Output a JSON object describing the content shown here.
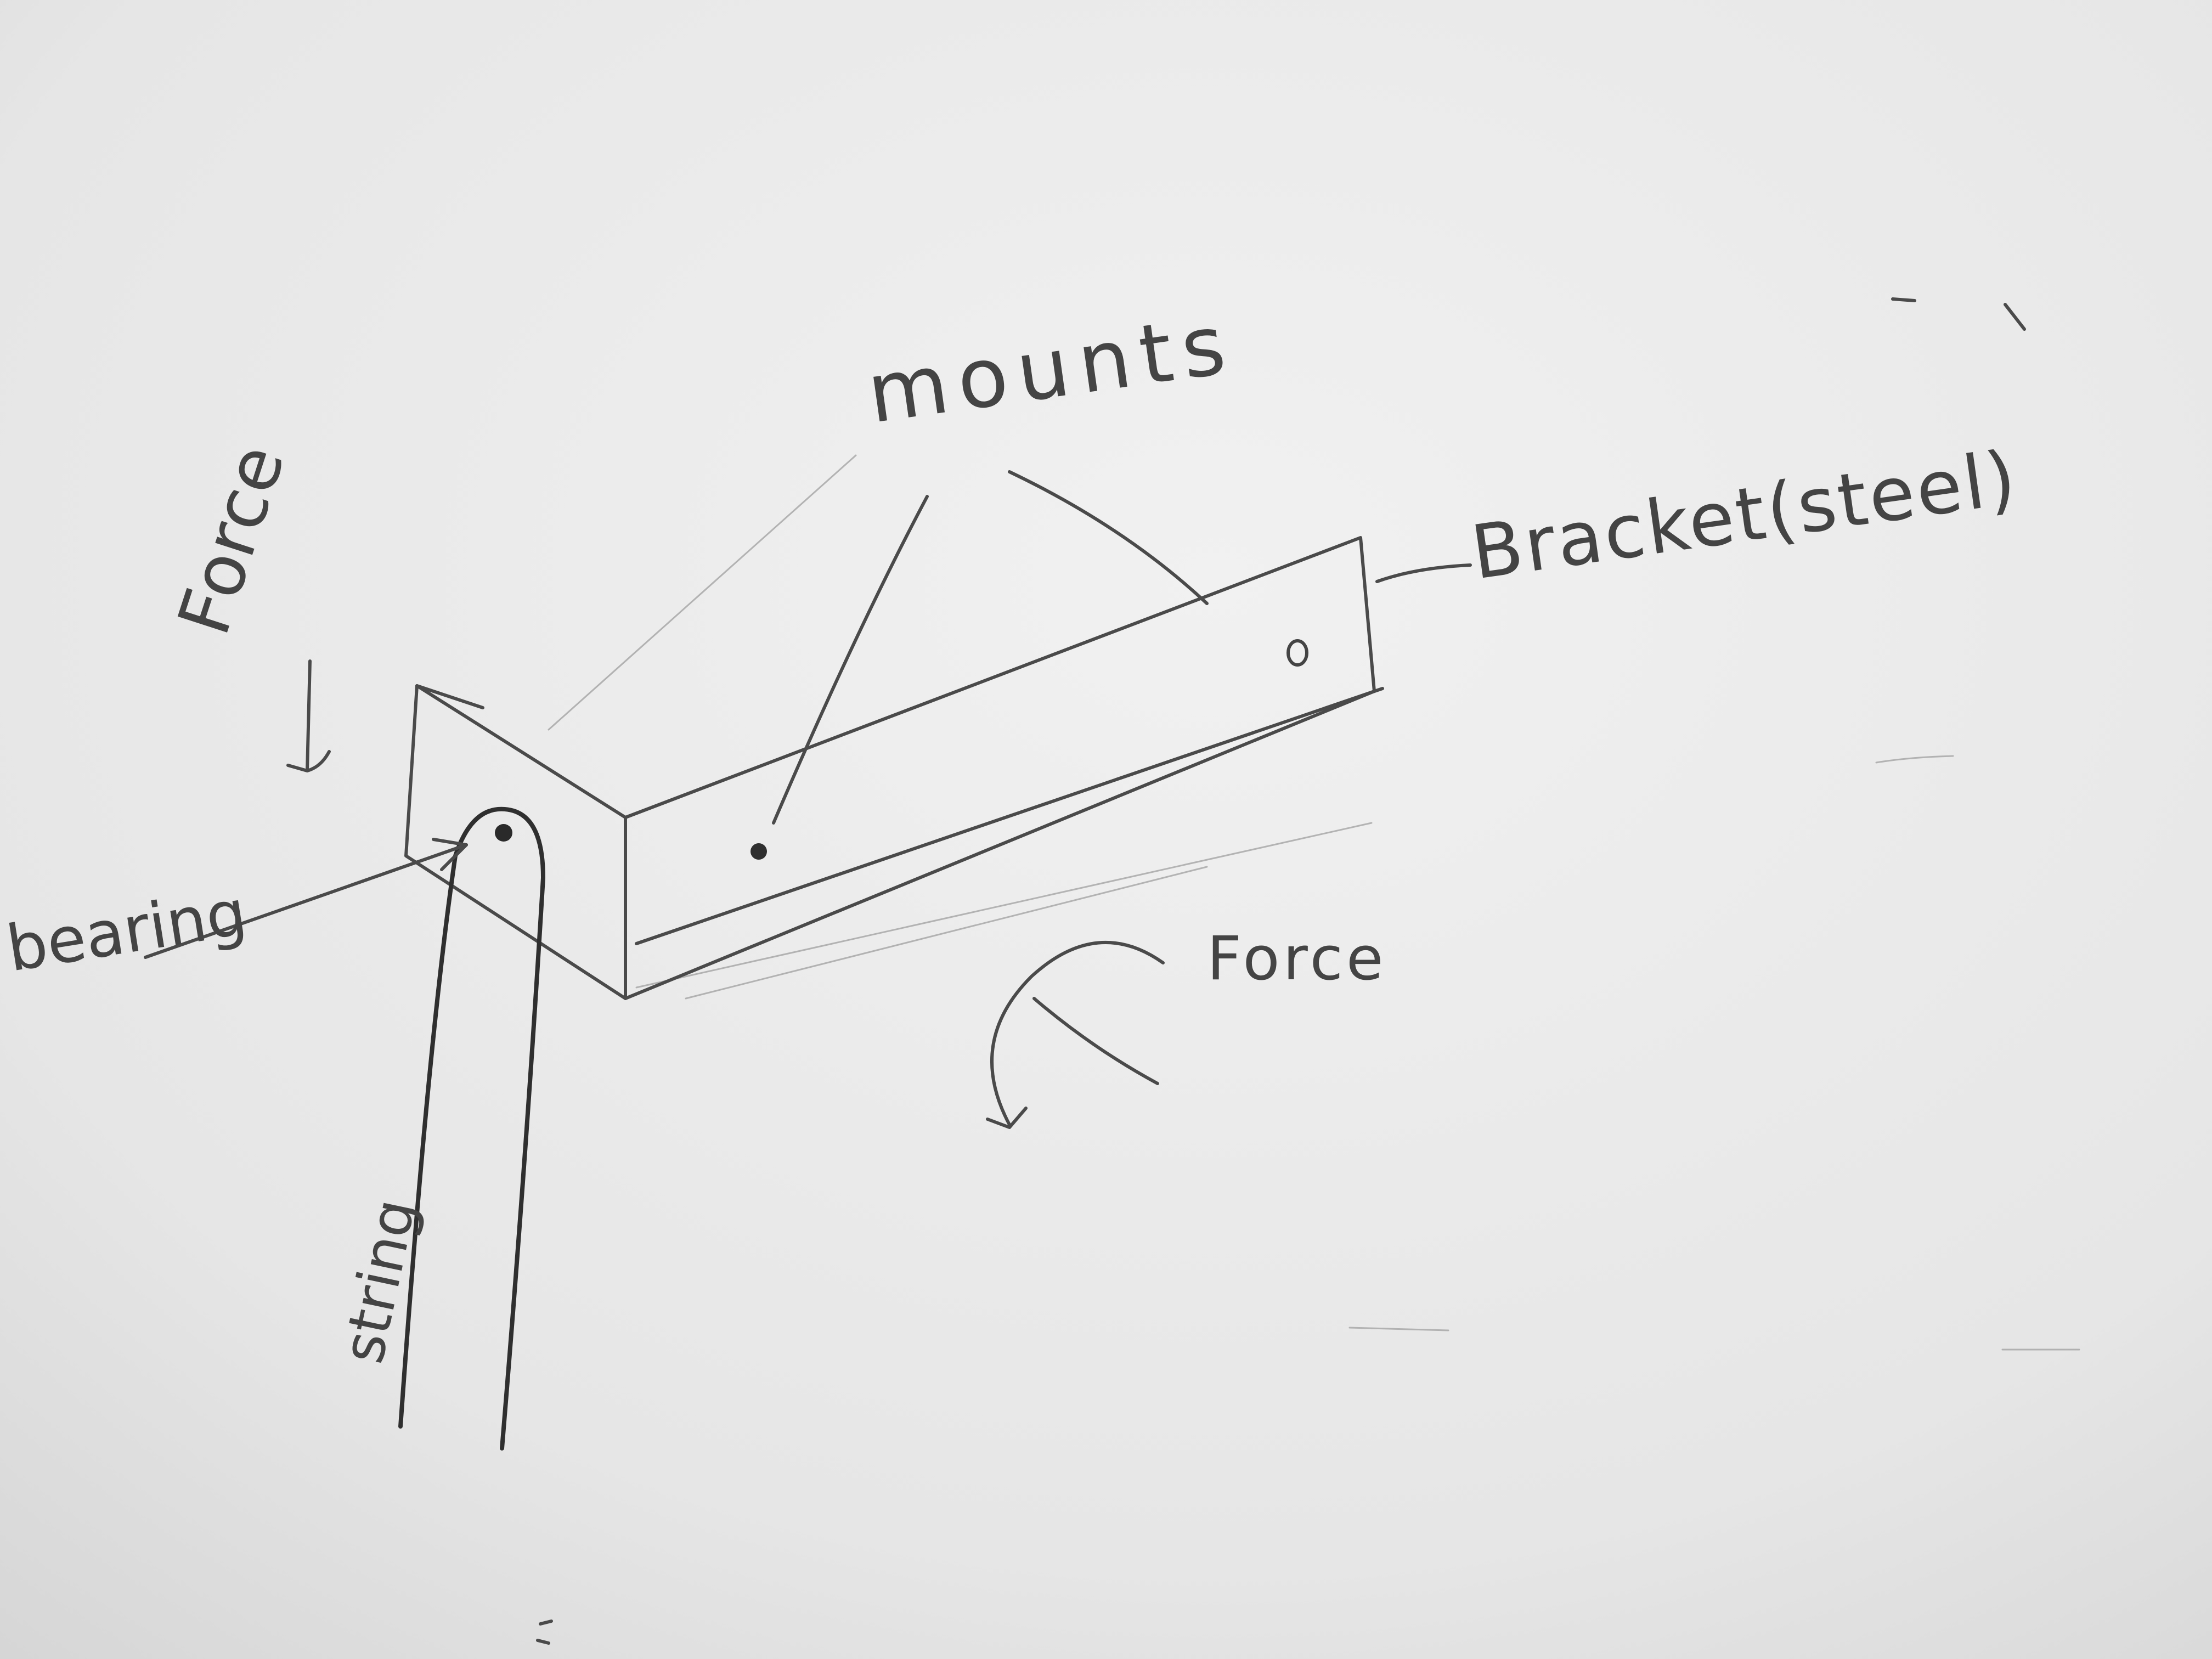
{
  "labels": {
    "mounts": "mounts",
    "bracket": "Bracket(steel)",
    "force_top": "Force",
    "force_bottom": "Force",
    "bearing": "bearing",
    "string": "string"
  },
  "colors": {
    "paper": "#e9e9e9",
    "pencil": "#4a4a4a"
  }
}
